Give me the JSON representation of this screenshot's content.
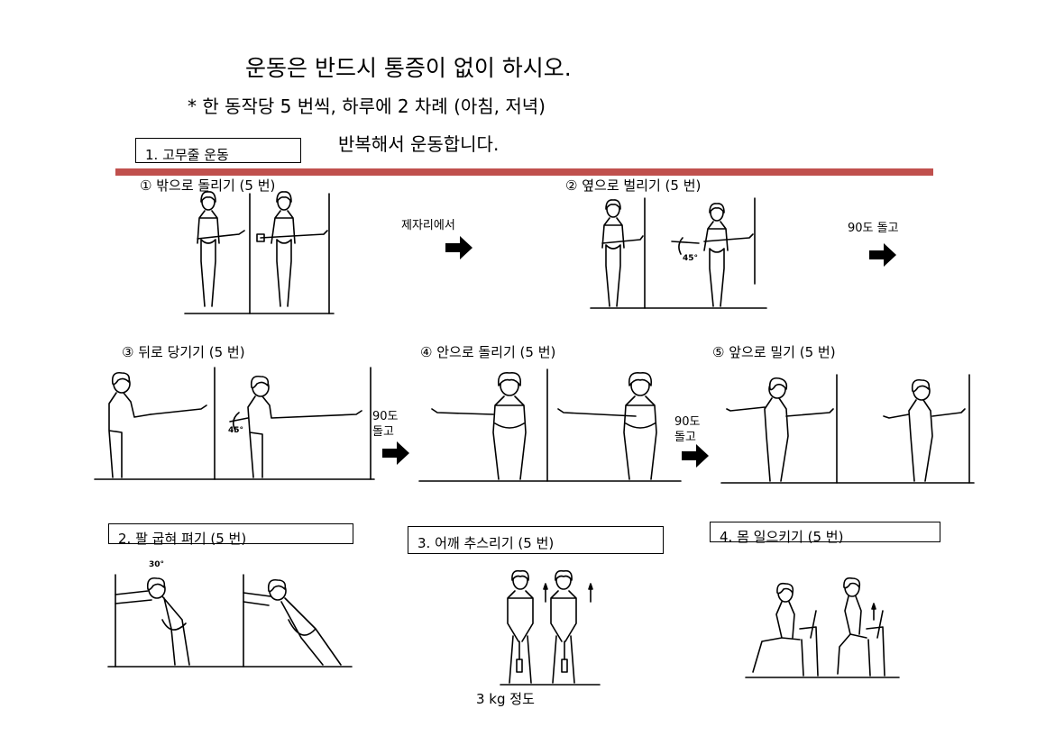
{
  "header": {
    "line1": "운동은 반드시 통증이 없이 하시오.",
    "line2": "* 한 동작당 5 번씩, 하루에 2 차례 (아침, 저녁)",
    "line3": "반복해서 운동합니다."
  },
  "section1": {
    "title": "1. 고무줄 운동",
    "rule_color": "#c0504d"
  },
  "exercises": {
    "ex1": "① 밖으로 돌리기 (5 번)",
    "ex2": "② 옆으로 벌리기 (5 번)",
    "ex3": "③ 뒤로 당기기 (5 번)",
    "ex4": "④ 안으로 돌리기 (5 번)",
    "ex5": "⑤ 앞으로 밀기 (5 번)"
  },
  "notes": {
    "in_place": "제자리에서",
    "turn90": "90도 돌고",
    "turn90_a_line1": "90도",
    "turn90_a_line2": "돌고",
    "turn90_b_line1": "90도",
    "turn90_b_line2": "돌고",
    "angle45_a": "45°",
    "angle45_b": "45°",
    "angle30": "30°"
  },
  "sections": {
    "s2": "2. 팔 굽혀 펴기 (5 번)",
    "s3": "3. 어깨 추스리기 (5 번)",
    "s4": "4. 몸 일으키기 (5 번)",
    "weight": "3 kg 정도"
  },
  "icons": {
    "arrow": "right-arrow-icon"
  }
}
